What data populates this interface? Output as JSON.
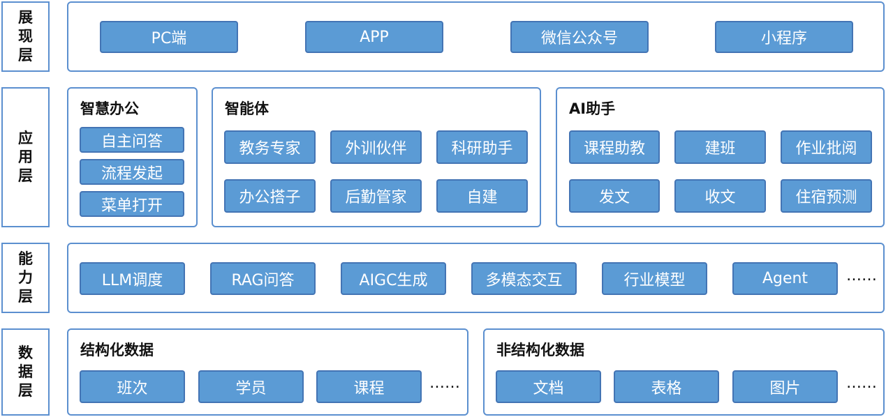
{
  "layers": {
    "presentation": {
      "label": [
        "展",
        "现",
        "层"
      ],
      "chips": [
        "PC端",
        "APP",
        "微信公众号",
        "小程序"
      ]
    },
    "application": {
      "label": [
        "应",
        "用",
        "层"
      ],
      "office": {
        "title": "智慧办公",
        "chips": [
          "自主问答",
          "流程发起",
          "菜单打开"
        ]
      },
      "agent": {
        "title": "智能体",
        "chips": [
          "教务专家",
          "外训伙伴",
          "科研助手",
          "办公搭子",
          "后勤管家",
          "自建"
        ]
      },
      "assistant": {
        "title": "AI助手",
        "chips": [
          "课程助教",
          "建班",
          "作业批阅",
          "发文",
          "收文",
          "住宿预测"
        ]
      }
    },
    "capability": {
      "label": [
        "能",
        "力",
        "层"
      ],
      "chips": [
        "LLM调度",
        "RAG问答",
        "AIGC生成",
        "多模态交互",
        "行业模型",
        "Agent"
      ],
      "more": "……"
    },
    "data": {
      "label": [
        "数",
        "据",
        "层"
      ],
      "structured": {
        "title": "结构化数据",
        "chips": [
          "班次",
          "学员",
          "课程"
        ],
        "more": "……"
      },
      "unstructured": {
        "title": "非结构化数据",
        "chips": [
          "文档",
          "表格",
          "图片"
        ],
        "more": "……"
      }
    }
  }
}
